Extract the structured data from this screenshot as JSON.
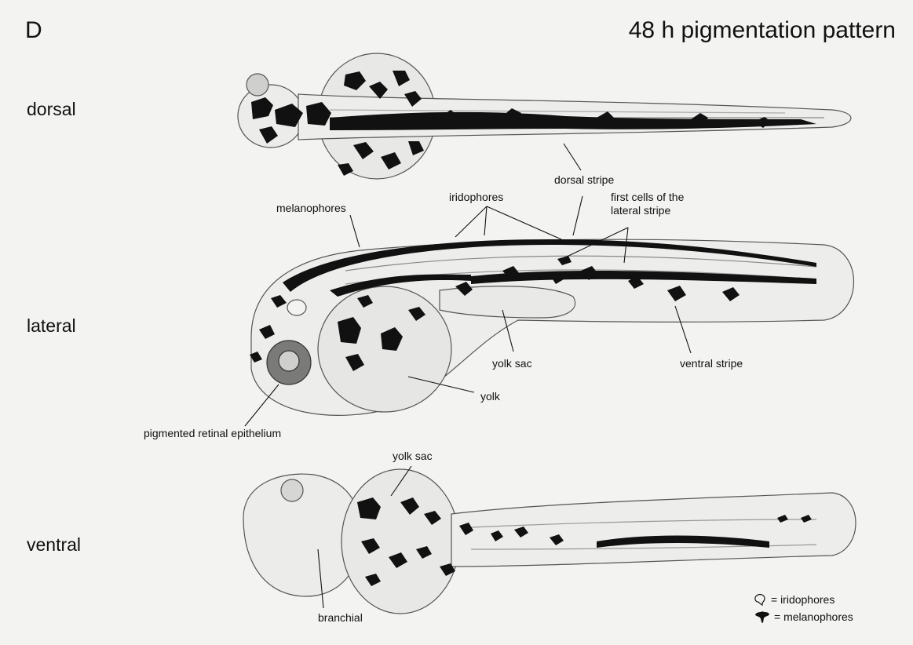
{
  "panel_letter": "D",
  "title": "48 h pigmentation pattern",
  "views": {
    "dorsal": "dorsal",
    "lateral": "lateral",
    "ventral": "ventral"
  },
  "annotations": {
    "dorsal_stripe": "dorsal stripe",
    "melanophores": "melanophores",
    "iridophores": "iridophores",
    "first_cells_line1": "first cells of the",
    "first_cells_line2": "lateral stripe",
    "yolk_sac_lateral": "yolk sac",
    "ventral_stripe": "ventral stripe",
    "yolk": "yolk",
    "pigmented_retinal_epithelium": "pigmented retinal epithelium",
    "yolk_sac_ventral": "yolk sac",
    "branchial": "branchial"
  },
  "legend": {
    "iridophores": "= iridophores",
    "melanophores": "= melanophores"
  },
  "colors": {
    "background": "#f3f3f1",
    "outline": "#555555",
    "pigment": "#111111"
  }
}
